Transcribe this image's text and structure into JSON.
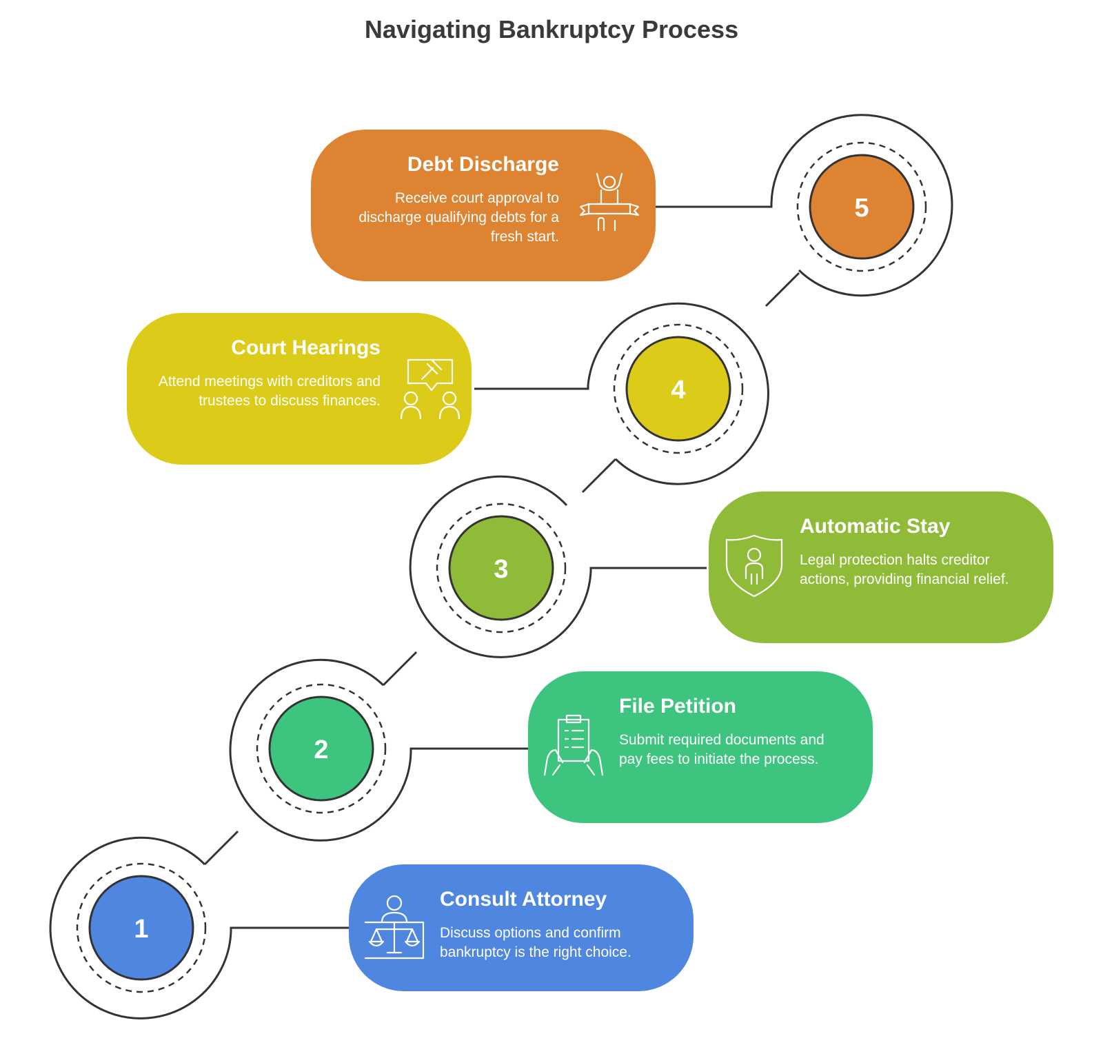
{
  "title": "Navigating Bankruptcy Process",
  "steps": [
    {
      "number": "1",
      "heading": "Consult Attorney",
      "description": "Discuss options and confirm bankruptcy is the right choice.",
      "icon": "attorney-scales-icon",
      "color": "#4f86e0"
    },
    {
      "number": "2",
      "heading": "File Petition",
      "description": "Submit required documents and pay fees to initiate the process.",
      "icon": "clipboard-document-icon",
      "color": "#3dc47f"
    },
    {
      "number": "3",
      "heading": "Automatic Stay",
      "description": "Legal protection halts creditor actions, providing financial relief.",
      "icon": "shield-person-icon",
      "color": "#8fbb39"
    },
    {
      "number": "4",
      "heading": "Court Hearings",
      "description": "Attend meetings with creditors and trustees to discuss finances.",
      "icon": "gavel-meeting-icon",
      "color": "#dccb18"
    },
    {
      "number": "5",
      "heading": "Debt Discharge",
      "description": "Receive court approval to discharge qualifying debts for a fresh start.",
      "icon": "celebrating-person-icon",
      "color": "#de8331"
    }
  ]
}
